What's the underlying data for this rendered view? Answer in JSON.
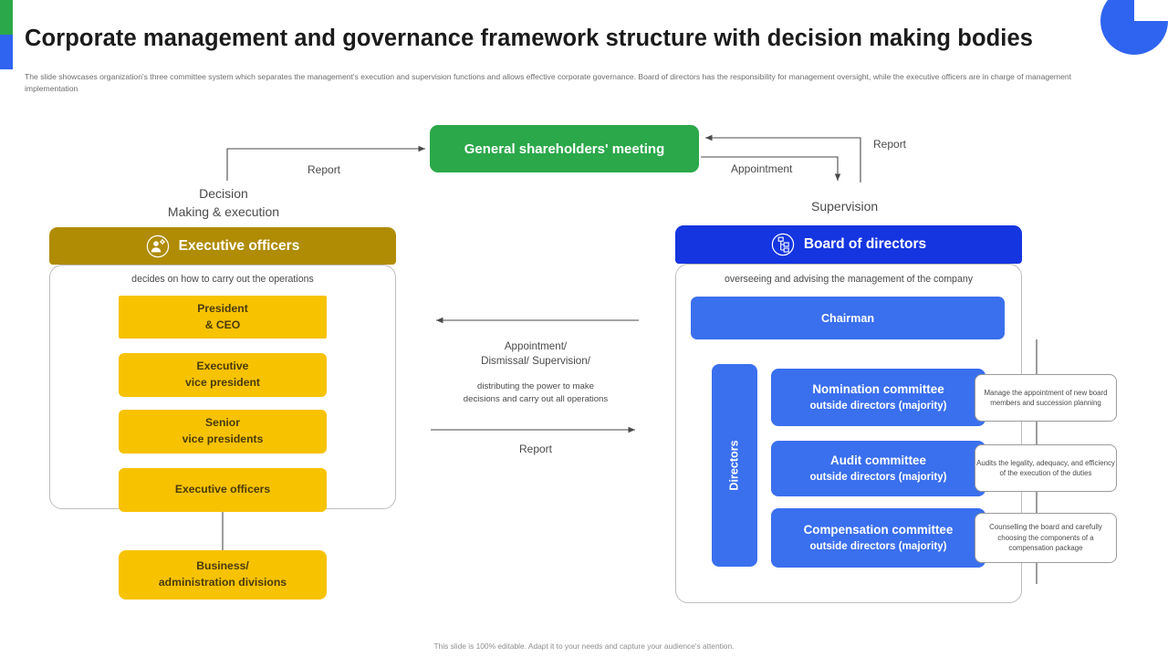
{
  "header": {
    "title": "Corporate management and governance framework structure with decision making bodies",
    "subtitle": "The slide showcases organization's three committee system which separates the management's execution and supervision functions and allows effective corporate governance. Board of directors has the responsibility for management oversight, while the executive officers are in charge of management implementation"
  },
  "colors": {
    "green": "#2BA84A",
    "blue_dark": "#1535E0",
    "blue_mid": "#3A6FEE",
    "gold_dark": "#B08C04",
    "yellow": "#F7C200",
    "accent_corner": "#2F64F0"
  },
  "top": {
    "shareholders_meeting": "General shareholders' meeting",
    "report_left": "Report",
    "decision_label": "Decision\nMaking & execution",
    "decision_line1": "Decision",
    "decision_line2": "Making & execution",
    "appointment": "Appointment",
    "report_right": "Report",
    "supervision": "Supervision"
  },
  "left_panel": {
    "header": "Executive officers",
    "header_icon": "officer-person-gear-icon",
    "caption": "decides on how to carry out the operations",
    "roles": [
      {
        "line1": "President",
        "line2": "& CEO"
      },
      {
        "line1": "Executive",
        "line2": "vice president"
      },
      {
        "line1": "Senior",
        "line2": "vice presidents"
      },
      {
        "line1": "Executive officers",
        "line2": ""
      }
    ],
    "divisions": {
      "line1": "Business/",
      "line2": "administration divisions"
    }
  },
  "middle": {
    "flow_down_line1": "Appointment/",
    "flow_down_line2": "Dismissal/ Supervision/",
    "flow_detail_line1": "distributing the power to make",
    "flow_detail_line2": "decisions and carry out all operations",
    "flow_up": "Report"
  },
  "right_panel": {
    "header": "Board of directors",
    "header_icon": "org-chart-icon",
    "caption": "overseeing and advising the management of the company",
    "chairman": "Chairman",
    "directors_label": "Directors",
    "committees": [
      {
        "name": "Nomination committee",
        "composition": "outside directors (majority)",
        "description": "Manage the appointment of new board members and succession planning"
      },
      {
        "name": "Audit committee",
        "composition": "outside directors (majority)",
        "description": "Audits the legality, adequacy, and efficiency of the execution of the duties"
      },
      {
        "name": "Compensation committee",
        "composition": "outside directors (majority)",
        "description": "Counselling the board and carefully choosing the components of a compensation package"
      }
    ]
  },
  "footer": {
    "note": "This slide is 100% editable. Adapt it to your needs and capture your audience's attention."
  }
}
